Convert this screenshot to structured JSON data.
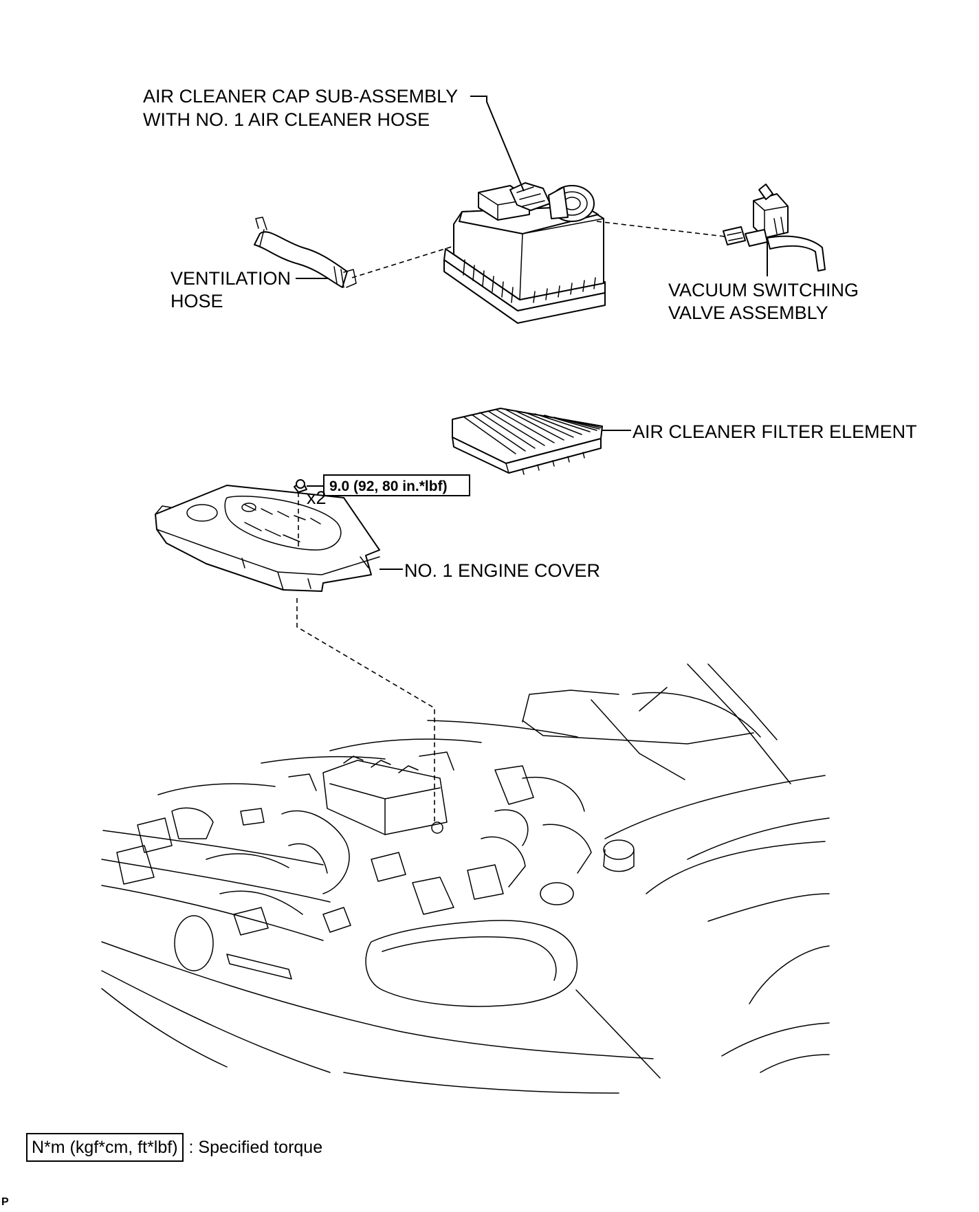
{
  "labels": {
    "air_cleaner_cap_line1": "AIR CLEANER CAP SUB-ASSEMBLY",
    "air_cleaner_cap_line2": "WITH NO. 1 AIR CLEANER HOSE",
    "ventilation_hose_line1": "VENTILATION",
    "ventilation_hose_line2": "HOSE",
    "vsv_line1": "VACUUM SWITCHING",
    "vsv_line2": "VALVE ASSEMBLY",
    "air_filter": "AIR CLEANER FILTER ELEMENT",
    "engine_cover": "NO. 1 ENGINE COVER",
    "torque_value": "9.0 (92, 80 in.*lbf)",
    "quantity": "x2"
  },
  "legend": {
    "torque_units": "N*m (kgf*cm, ft*lbf)",
    "description": ": Specified torque"
  },
  "page_code": "P"
}
